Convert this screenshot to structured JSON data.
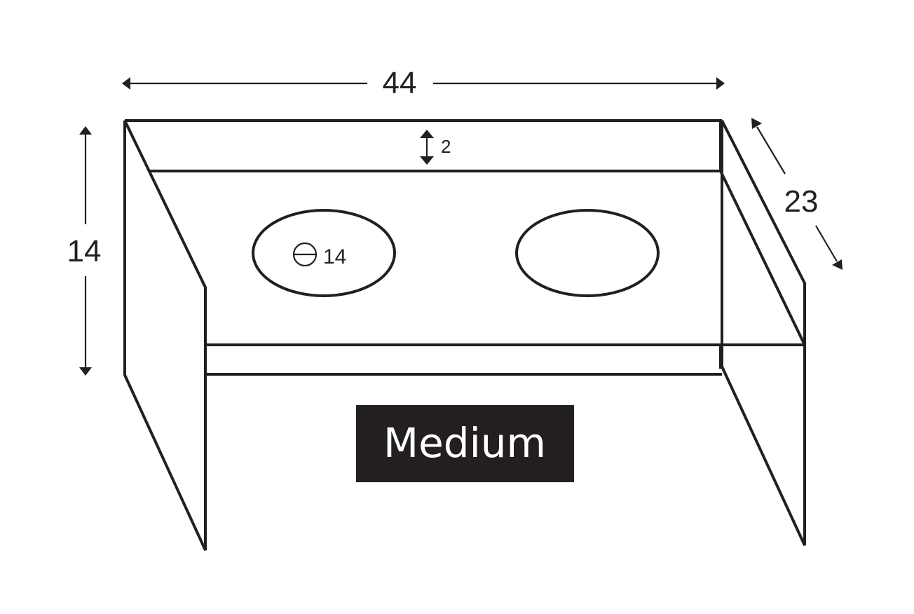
{
  "dimensions": {
    "width": "44",
    "height": "14",
    "depth": "23",
    "rim": "2",
    "bowl_diameter": "14"
  },
  "size_label": "Medium",
  "icons": {
    "diameter": "diameter-icon"
  },
  "colors": {
    "stroke": "#231f20",
    "label_background": "#231f20",
    "label_text": "#ffffff",
    "background": "#ffffff"
  }
}
